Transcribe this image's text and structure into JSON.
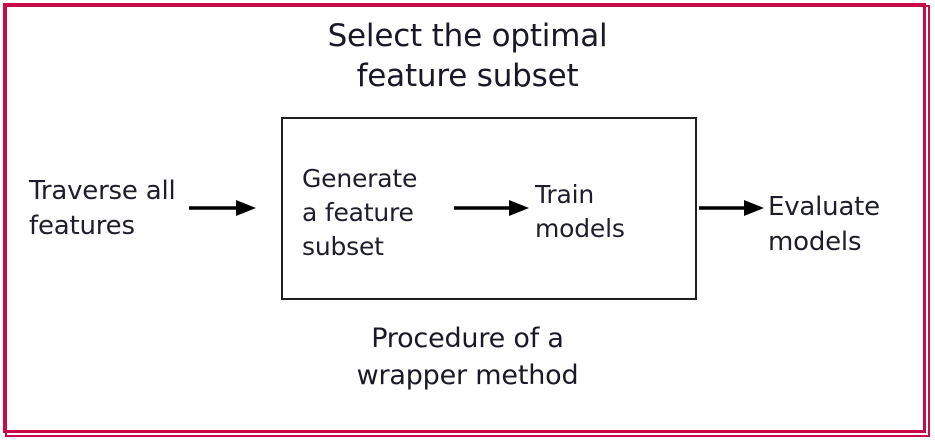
{
  "diagram": {
    "title": "Select the optimal\nfeature subset",
    "caption": "Procedure of a\nwrapper method",
    "frame_color": "#c80a46",
    "box_border_color": "#231f20",
    "text_color": "#1d1d2b",
    "background_color": "#ffffff",
    "nodes": [
      {
        "id": "traverse",
        "label": "Traverse all\nfeatures",
        "inside_box": false
      },
      {
        "id": "generate",
        "label": "Generate\na feature\nsubset",
        "inside_box": true
      },
      {
        "id": "train",
        "label": "Train\nmodels",
        "inside_box": true
      },
      {
        "id": "evaluate",
        "label": "Evaluate\nmodels",
        "inside_box": false
      }
    ],
    "arrows": [
      {
        "id": "arrow-1",
        "from": "traverse",
        "to": "generate",
        "direction": "right"
      },
      {
        "id": "arrow-2",
        "from": "generate",
        "to": "train",
        "direction": "right"
      },
      {
        "id": "arrow-3",
        "from": "train",
        "to": "evaluate",
        "direction": "right"
      }
    ]
  }
}
